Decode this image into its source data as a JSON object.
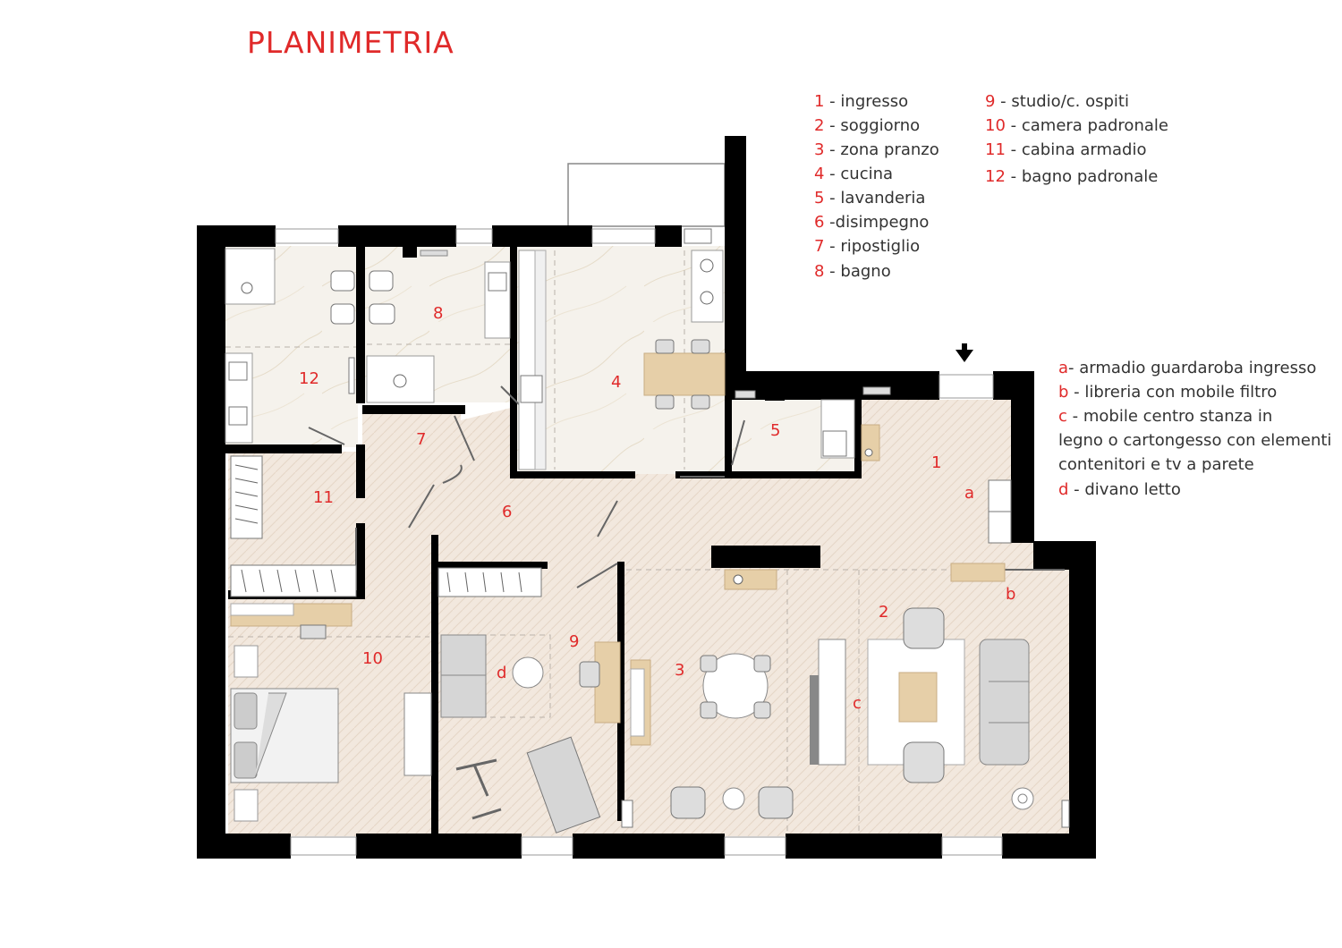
{
  "title": "PLANIMETRIA",
  "legend_left": [
    {
      "num": "1",
      "sep": " - ",
      "label": "ingresso"
    },
    {
      "num": "2",
      "sep": " - ",
      "label": "soggiorno"
    },
    {
      "num": "3",
      "sep": " - ",
      "label": "zona pranzo"
    },
    {
      "num": "4",
      "sep": " - ",
      "label": "cucina"
    },
    {
      "num": "5",
      "sep": " - ",
      "label": "lavanderia"
    },
    {
      "num": "6",
      "sep": " -",
      "label": "disimpegno"
    },
    {
      "num": "7",
      "sep": " - ",
      "label": "ripostiglio"
    },
    {
      "num": "8",
      "sep": " - ",
      "label": "bagno"
    }
  ],
  "legend_right": [
    {
      "num": "9",
      "sep": " - ",
      "label": "studio/c. ospiti"
    },
    {
      "num": "10",
      "sep": " - ",
      "label": "camera padronale"
    },
    {
      "num": "11",
      "sep": " - ",
      "label": "cabina armadio"
    },
    {
      "num": "12",
      "sep": " - ",
      "label": "bagno padronale"
    }
  ],
  "notes": [
    {
      "key": "a",
      "text": "- armadio guardaroba ingresso"
    },
    {
      "key": "b",
      "text": " - libreria con mobile filtro"
    },
    {
      "key": "c",
      "text": " - mobile   centro stanza in"
    },
    {
      "key": "",
      "text": "legno o cartongesso con elementi"
    },
    {
      "key": "",
      "text": "contenitori e tv a parete"
    },
    {
      "key": "d",
      "text": " - divano letto"
    }
  ],
  "room_labels": {
    "r1": "1",
    "r2": "2",
    "r3": "3",
    "r4": "4",
    "r5": "5",
    "r6": "6",
    "r7": "7",
    "r8": "8",
    "r9": "9",
    "r10": "10",
    "r11": "11",
    "r12": "12",
    "a": "a",
    "b": "b",
    "c": "c",
    "d": "d"
  },
  "colors": {
    "accent": "#e02a2a",
    "wall": "#000000",
    "parquet": "#f1e6dc",
    "marble": "#f4f0ea",
    "wood": "#e6cfa8",
    "furniture": "#d6d6d6"
  },
  "icons": [
    "entrance-arrow-icon"
  ]
}
